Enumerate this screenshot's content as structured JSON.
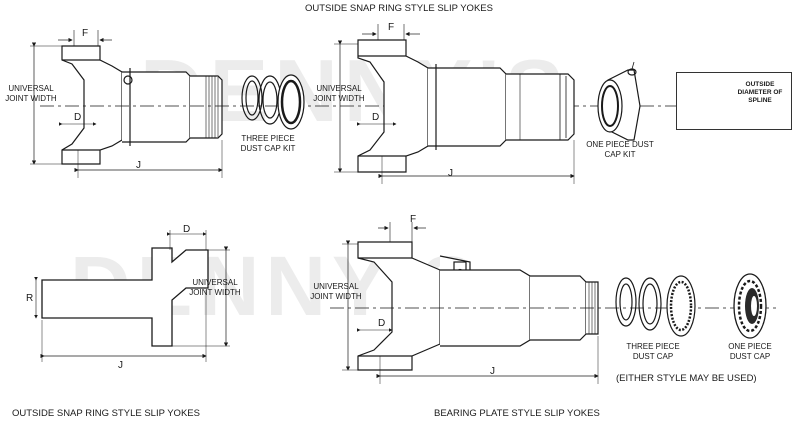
{
  "titles": {
    "top": "OUTSIDE SNAP RING STYLE SLIP YOKES",
    "bottom_left": "OUTSIDE SNAP RING STYLE SLIP YOKES",
    "bottom_right": "BEARING PLATE STYLE SLIP YOKES"
  },
  "watermark": "DENNY'S",
  "labels": {
    "universal_joint_width_1": "UNIVERSAL JOINT WIDTH",
    "universal_joint_width_2": "UNIVERSAL JOINT WIDTH",
    "universal_joint_width_3": "UNIVERSAL JOINT WIDTH",
    "universal_joint_width_4": "UNIVERSAL JOINT WIDTH",
    "three_piece_kit": "THREE PIECE DUST CAP KIT",
    "one_piece_kit": "ONE PIECE DUST CAP KIT",
    "outside_diameter": "OUTSIDE DIAMETER OF SPLINE",
    "three_piece_cap": "THREE PIECE DUST CAP",
    "one_piece_cap": "ONE PIECE DUST CAP",
    "either_style": "(EITHER STYLE MAY BE USED)"
  },
  "dimensions": {
    "f": "F",
    "d": "D",
    "j": "J",
    "r": "R"
  }
}
